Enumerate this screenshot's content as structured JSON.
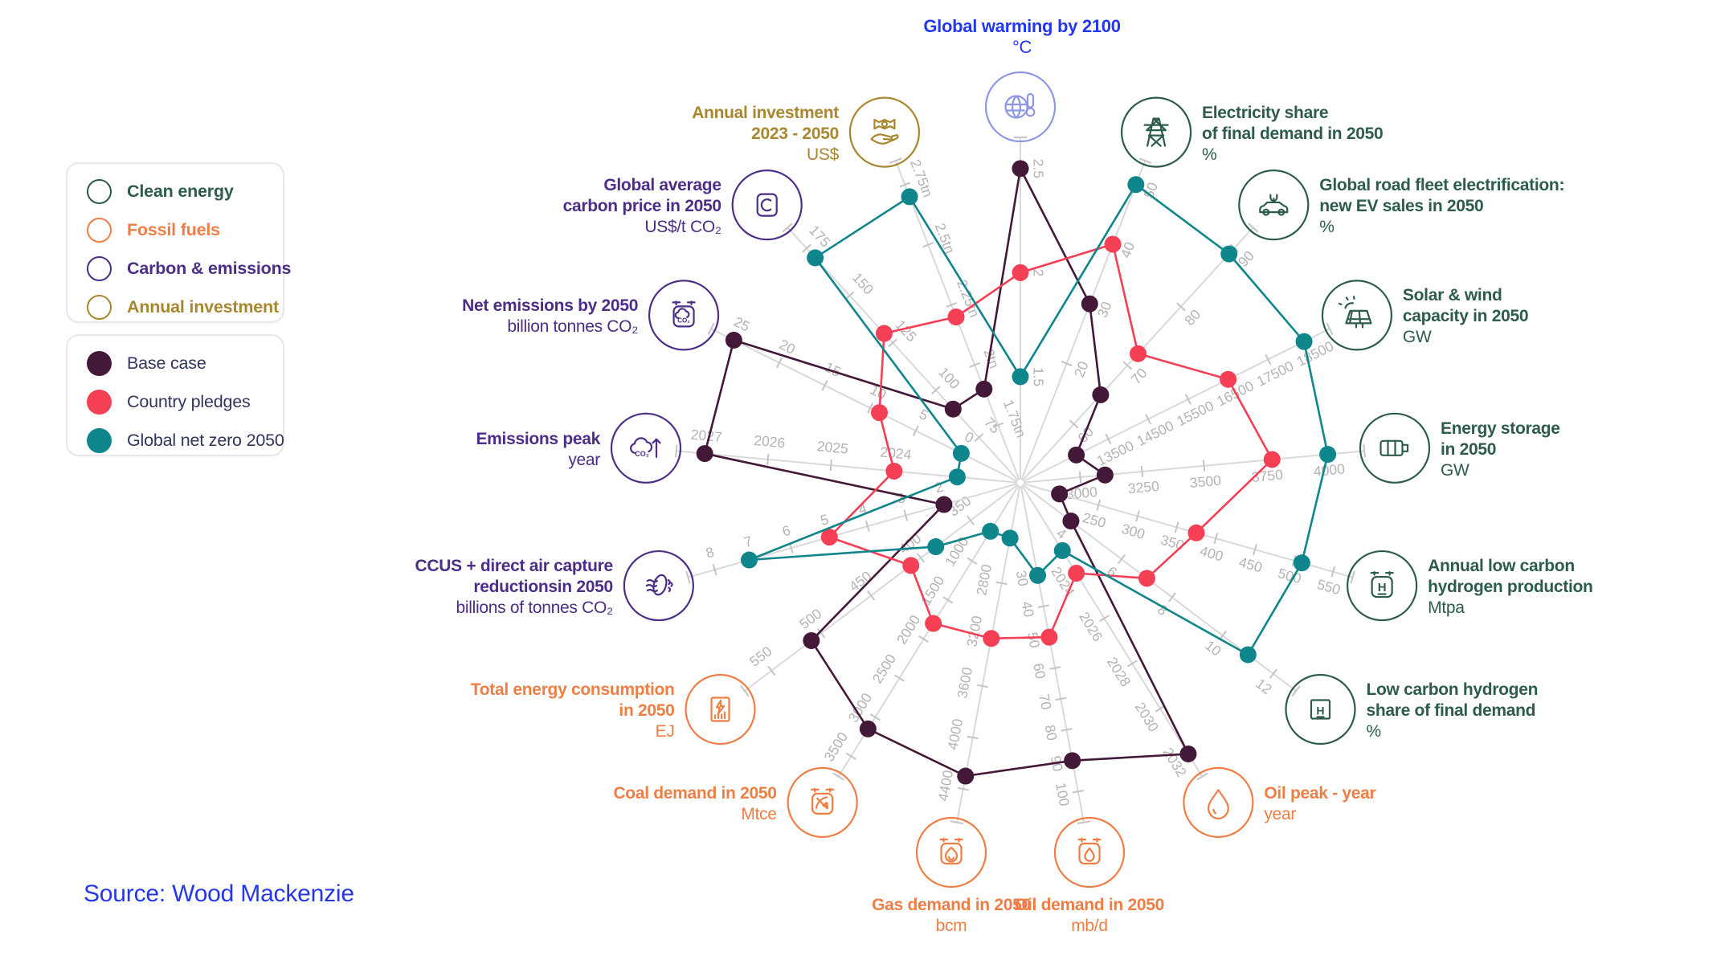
{
  "source_note": "Source: Wood Mackenzie",
  "colors": {
    "base_case": "#431839",
    "country_pledges": "#f43f55",
    "net_zero": "#0f858c",
    "clean_energy": "#2d5c4a",
    "fossil_fuels": "#ef7e45",
    "carbon_emissions": "#4c2e88",
    "investment": "#a8872f",
    "warming_label": "#2337ef",
    "globe_ring": "#8e96e6",
    "axis_line": "#d9d9d9",
    "tick_mark": "#c4c4c4",
    "tick_text": "#b3b3b3",
    "legend_text": "#32355c",
    "source_text": "#2438e8"
  },
  "legend_categories": {
    "items": [
      {
        "label": "Clean energy",
        "color_key": "clean_energy"
      },
      {
        "label": "Fossil fuels",
        "color_key": "fossil_fuels"
      },
      {
        "label": "Carbon & emissions",
        "color_key": "carbon_emissions"
      },
      {
        "label": "Annual investment",
        "color_key": "investment"
      }
    ]
  },
  "legend_scenarios": {
    "items": [
      {
        "label": "Base case",
        "color_key": "base_case"
      },
      {
        "label": "Country pledges",
        "color_key": "country_pledges"
      },
      {
        "label": "Global net zero 2050",
        "color_key": "net_zero"
      }
    ]
  },
  "chart_data": {
    "type": "radar",
    "axes_count": 17,
    "legend_position": "left",
    "grid": "radial-spokes-with-ticks",
    "series": [
      {
        "key": "base",
        "name": "Base case",
        "color_key": "base_case"
      },
      {
        "key": "pledges",
        "name": "Country pledges",
        "color_key": "country_pledges"
      },
      {
        "key": "netzero",
        "name": "Global net zero 2050",
        "color_key": "net_zero"
      }
    ],
    "axes": [
      {
        "id": "global-warming-2100",
        "category": "warming",
        "icon": "globe-thermometer",
        "label_lines": [
          "Global warming by 2100"
        ],
        "unit": "°C",
        "scale": {
          "min": 0.99,
          "max": 2.65
        },
        "ticks": [
          {
            "v": 1.5,
            "t": "1.5"
          },
          {
            "v": 2,
            "t": "2"
          },
          {
            "v": 2.5,
            "t": "2.5"
          }
        ],
        "values": {
          "base": 2.5,
          "pledges": 2.0,
          "netzero": 1.5
        }
      },
      {
        "id": "electricity-share-2050",
        "category": "clean",
        "icon": "transmission-tower",
        "label_lines": [
          "Electricity share",
          "of final demand in 2050"
        ],
        "unit": "%",
        "scale": {
          "min": 0,
          "max": 54
        },
        "ticks": [
          {
            "v": 20,
            "t": "20"
          },
          {
            "v": 30,
            "t": "30"
          },
          {
            "v": 40,
            "t": "40"
          },
          {
            "v": 50,
            "t": "50"
          }
        ],
        "values": {
          "base": 30,
          "pledges": 40,
          "netzero": 50
        }
      },
      {
        "id": "ev-sales-2050",
        "category": "clean",
        "icon": "ev-car",
        "label_lines": [
          "Global road fleet electrification:",
          "new EV sales in 2050"
        ],
        "unit": "%",
        "scale": {
          "min": 50,
          "max": 93.5
        },
        "ticks": [
          {
            "v": 60,
            "t": "60"
          },
          {
            "v": 70,
            "t": "70"
          },
          {
            "v": 80,
            "t": "80"
          },
          {
            "v": 90,
            "t": "90"
          }
        ],
        "values": {
          "base": 65,
          "pledges": 72,
          "netzero": 89
        }
      },
      {
        "id": "solar-wind-capacity-2050",
        "category": "clean",
        "icon": "solar-panel",
        "label_lines": [
          "Solar & wind",
          "capacity in 2050"
        ],
        "unit": "GW",
        "scale": {
          "min": 11300,
          "max": 19040
        },
        "ticks": [
          {
            "v": 13500,
            "t": "13500"
          },
          {
            "v": 14500,
            "t": "14500"
          },
          {
            "v": 15500,
            "t": "15500"
          },
          {
            "v": 16500,
            "t": "16500"
          },
          {
            "v": 17500,
            "t": "17500"
          },
          {
            "v": 18500,
            "t": "18500"
          }
        ],
        "values": {
          "base": 12700,
          "pledges": 16500,
          "netzero": 18400
        }
      },
      {
        "id": "energy-storage-2050",
        "category": "clean",
        "icon": "battery",
        "label_lines": [
          "Energy storage",
          "in 2050"
        ],
        "unit": "GW",
        "scale": {
          "min": 2758,
          "max": 4148
        },
        "ticks": [
          {
            "v": 3000,
            "t": "3000"
          },
          {
            "v": 3250,
            "t": "3250"
          },
          {
            "v": 3500,
            "t": "3500"
          },
          {
            "v": 3750,
            "t": "3750"
          },
          {
            "v": 4000,
            "t": "4000"
          }
        ],
        "values": {
          "base": 3100,
          "pledges": 3775,
          "netzero": 4000
        }
      },
      {
        "id": "low-carbon-hydrogen-production",
        "category": "clean",
        "icon": "hydrogen-tank",
        "label_lines": [
          "Annual low carbon",
          "hydrogen production"
        ],
        "unit": "Mtpa",
        "scale": {
          "min": 150,
          "max": 575
        },
        "ticks": [
          {
            "v": 250,
            "t": "250"
          },
          {
            "v": 300,
            "t": "300"
          },
          {
            "v": 350,
            "t": "350"
          },
          {
            "v": 400,
            "t": "400"
          },
          {
            "v": 450,
            "t": "450"
          },
          {
            "v": 500,
            "t": "500"
          },
          {
            "v": 550,
            "t": "550"
          }
        ],
        "values": {
          "base": 200,
          "pledges": 375,
          "netzero": 510
        }
      },
      {
        "id": "low-carbon-hydrogen-share",
        "category": "clean",
        "icon": "hydrogen-square",
        "label_lines": [
          "Low carbon hydrogen",
          "share of final demand"
        ],
        "unit": "%",
        "scale": {
          "min": 2,
          "max": 12.9
        },
        "ticks": [
          {
            "v": 4,
            "t": "4"
          },
          {
            "v": 6,
            "t": "6"
          },
          {
            "v": 8,
            "t": "8"
          },
          {
            "v": 10,
            "t": "10"
          },
          {
            "v": 12,
            "t": "12"
          }
        ],
        "values": {
          "base": 4,
          "pledges": 7,
          "netzero": 11
        }
      },
      {
        "id": "oil-peak-year",
        "category": "fossil",
        "icon": "oil-drop",
        "label_lines": [
          "Oil peak - year"
        ],
        "unit": "year",
        "scale": {
          "min": 2020,
          "max": 2033
        },
        "ticks": [
          {
            "v": 2024,
            "t": "2024"
          },
          {
            "v": 2026,
            "t": "2026"
          },
          {
            "v": 2028,
            "t": "2028"
          },
          {
            "v": 2030,
            "t": "2030"
          },
          {
            "v": 2032,
            "t": "2032"
          }
        ],
        "values": {
          "base": 2032,
          "pledges": 2024,
          "netzero": 2023
        }
      },
      {
        "id": "oil-demand-2050",
        "category": "fossil",
        "icon": "oil-square",
        "label_lines": [
          "Oil demand in 2050"
        ],
        "unit": "mb/d",
        "scale": {
          "min": 0,
          "max": 110
        },
        "ticks": [
          {
            "v": 30,
            "t": "30"
          },
          {
            "v": 40,
            "t": "40"
          },
          {
            "v": 50,
            "t": "50"
          },
          {
            "v": 60,
            "t": "60"
          },
          {
            "v": 70,
            "t": "70"
          },
          {
            "v": 80,
            "t": "80"
          },
          {
            "v": 90,
            "t": "90"
          },
          {
            "v": 100,
            "t": "100"
          }
        ],
        "values": {
          "base": 90,
          "pledges": 50,
          "netzero": 30
        }
      },
      {
        "id": "gas-demand-2050",
        "category": "fossil",
        "icon": "gas-flame",
        "label_lines": [
          "Gas demand in 2050"
        ],
        "unit": "bcm",
        "scale": {
          "min": 2020,
          "max": 4660
        },
        "ticks": [
          {
            "v": 2800,
            "t": "2800"
          },
          {
            "v": 3200,
            "t": "3200"
          },
          {
            "v": 3600,
            "t": "3600"
          },
          {
            "v": 4000,
            "t": "4000"
          },
          {
            "v": 4400,
            "t": "4400"
          }
        ],
        "values": {
          "base": 4300,
          "pledges": 3230,
          "netzero": 2450
        }
      },
      {
        "id": "coal-demand-2050",
        "category": "fossil",
        "icon": "coal-pickaxe",
        "label_lines": [
          "Coal demand in 2050"
        ],
        "unit": "Mtce",
        "scale": {
          "min": 0,
          "max": 3760
        },
        "ticks": [
          {
            "v": 1000,
            "t": "1000"
          },
          {
            "v": 1500,
            "t": "1500"
          },
          {
            "v": 2000,
            "t": "2000"
          },
          {
            "v": 2500,
            "t": "2500"
          },
          {
            "v": 3000,
            "t": "3000"
          },
          {
            "v": 3500,
            "t": "3500"
          }
        ],
        "values": {
          "base": 3150,
          "pledges": 1800,
          "netzero": 620
        }
      },
      {
        "id": "total-energy-consumption-2050",
        "category": "fossil",
        "icon": "energy-doc",
        "label_lines": [
          "Total energy consumption",
          "in 2050"
        ],
        "unit": "EJ",
        "scale": {
          "min": 300,
          "max": 577
        },
        "ticks": [
          {
            "v": 350,
            "t": "350"
          },
          {
            "v": 400,
            "t": "400"
          },
          {
            "v": 450,
            "t": "450"
          },
          {
            "v": 500,
            "t": "500"
          },
          {
            "v": 550,
            "t": "550"
          }
        ],
        "values": {
          "base": 510,
          "pledges": 410,
          "netzero": 385
        }
      },
      {
        "id": "ccus-dac-reductions-2050",
        "category": "carbon",
        "icon": "ccus-swirl",
        "label_lines": [
          "CCUS + direct air capture",
          "reductionsin 2050"
        ],
        "unit": "billions of tonnes CO₂",
        "scale": {
          "min": 0,
          "max": 8.7
        },
        "ticks": [
          {
            "v": 2,
            "t": "2"
          },
          {
            "v": 3,
            "t": "3"
          },
          {
            "v": 4,
            "t": "4"
          },
          {
            "v": 5,
            "t": "5"
          },
          {
            "v": 6,
            "t": "6"
          },
          {
            "v": 7,
            "t": "7"
          },
          {
            "v": 8,
            "t": "8"
          }
        ],
        "values": {
          "base": 2,
          "pledges": 5,
          "netzero": 7.1
        }
      },
      {
        "id": "emissions-peak-year",
        "category": "carbon",
        "icon": "co2-cloud-arrow",
        "label_lines": [
          "Emissions peak"
        ],
        "unit": "year",
        "scale": {
          "min": 2022,
          "max": 2027.45
        },
        "ticks": [
          {
            "v": 2024,
            "t": "2024"
          },
          {
            "v": 2025,
            "t": "2025"
          },
          {
            "v": 2026,
            "t": "2026"
          },
          {
            "v": 2027,
            "t": "2027"
          }
        ],
        "values": {
          "base": 2027,
          "pledges": 2024,
          "netzero": 2023
        }
      },
      {
        "id": "net-emissions-2050",
        "category": "carbon",
        "icon": "co2-cloud-square",
        "label_lines": [
          "Net emissions by 2050"
        ],
        "unit": "billion tonnes CO₂",
        "scale": {
          "min": -6.5,
          "max": 27.5
        },
        "ticks": [
          {
            "v": 0,
            "t": "0"
          },
          {
            "v": 5,
            "t": "5"
          },
          {
            "v": 10,
            "t": "10"
          },
          {
            "v": 15,
            "t": "15"
          },
          {
            "v": 20,
            "t": "20"
          },
          {
            "v": 25,
            "t": "25"
          }
        ],
        "values": {
          "base": 25,
          "pledges": 9,
          "netzero": 0
        }
      },
      {
        "id": "carbon-price-2050",
        "category": "carbon",
        "icon": "carbon-doc",
        "label_lines": [
          "Global average",
          "carbon price in 2050"
        ],
        "unit": "US$/t CO₂",
        "scale": {
          "min": 51,
          "max": 186
        },
        "ticks": [
          {
            "v": 75,
            "t": "75"
          },
          {
            "v": 100,
            "t": "100"
          },
          {
            "v": 125,
            "t": "125"
          },
          {
            "v": 150,
            "t": "150"
          },
          {
            "v": 175,
            "t": "175"
          }
        ],
        "values": {
          "base": 90,
          "pledges": 130,
          "netzero": 170
        }
      },
      {
        "id": "annual-investment-2023-2050",
        "category": "investment",
        "icon": "money-hand",
        "label_lines": [
          "Annual investment",
          "2023 - 2050"
        ],
        "unit": "US$",
        "scale": {
          "min": 1.51,
          "max": 2.85
        },
        "ticks": [
          {
            "v": 1.75,
            "t": "1.75tn"
          },
          {
            "v": 2,
            "t": "2tn"
          },
          {
            "v": 2.25,
            "t": "2.25tn"
          },
          {
            "v": 2.5,
            "t": "2.5tn"
          },
          {
            "v": 2.75,
            "t": "2.75tn"
          }
        ],
        "values": {
          "base": 1.9,
          "pledges": 2.2,
          "netzero": 2.7
        }
      }
    ]
  }
}
